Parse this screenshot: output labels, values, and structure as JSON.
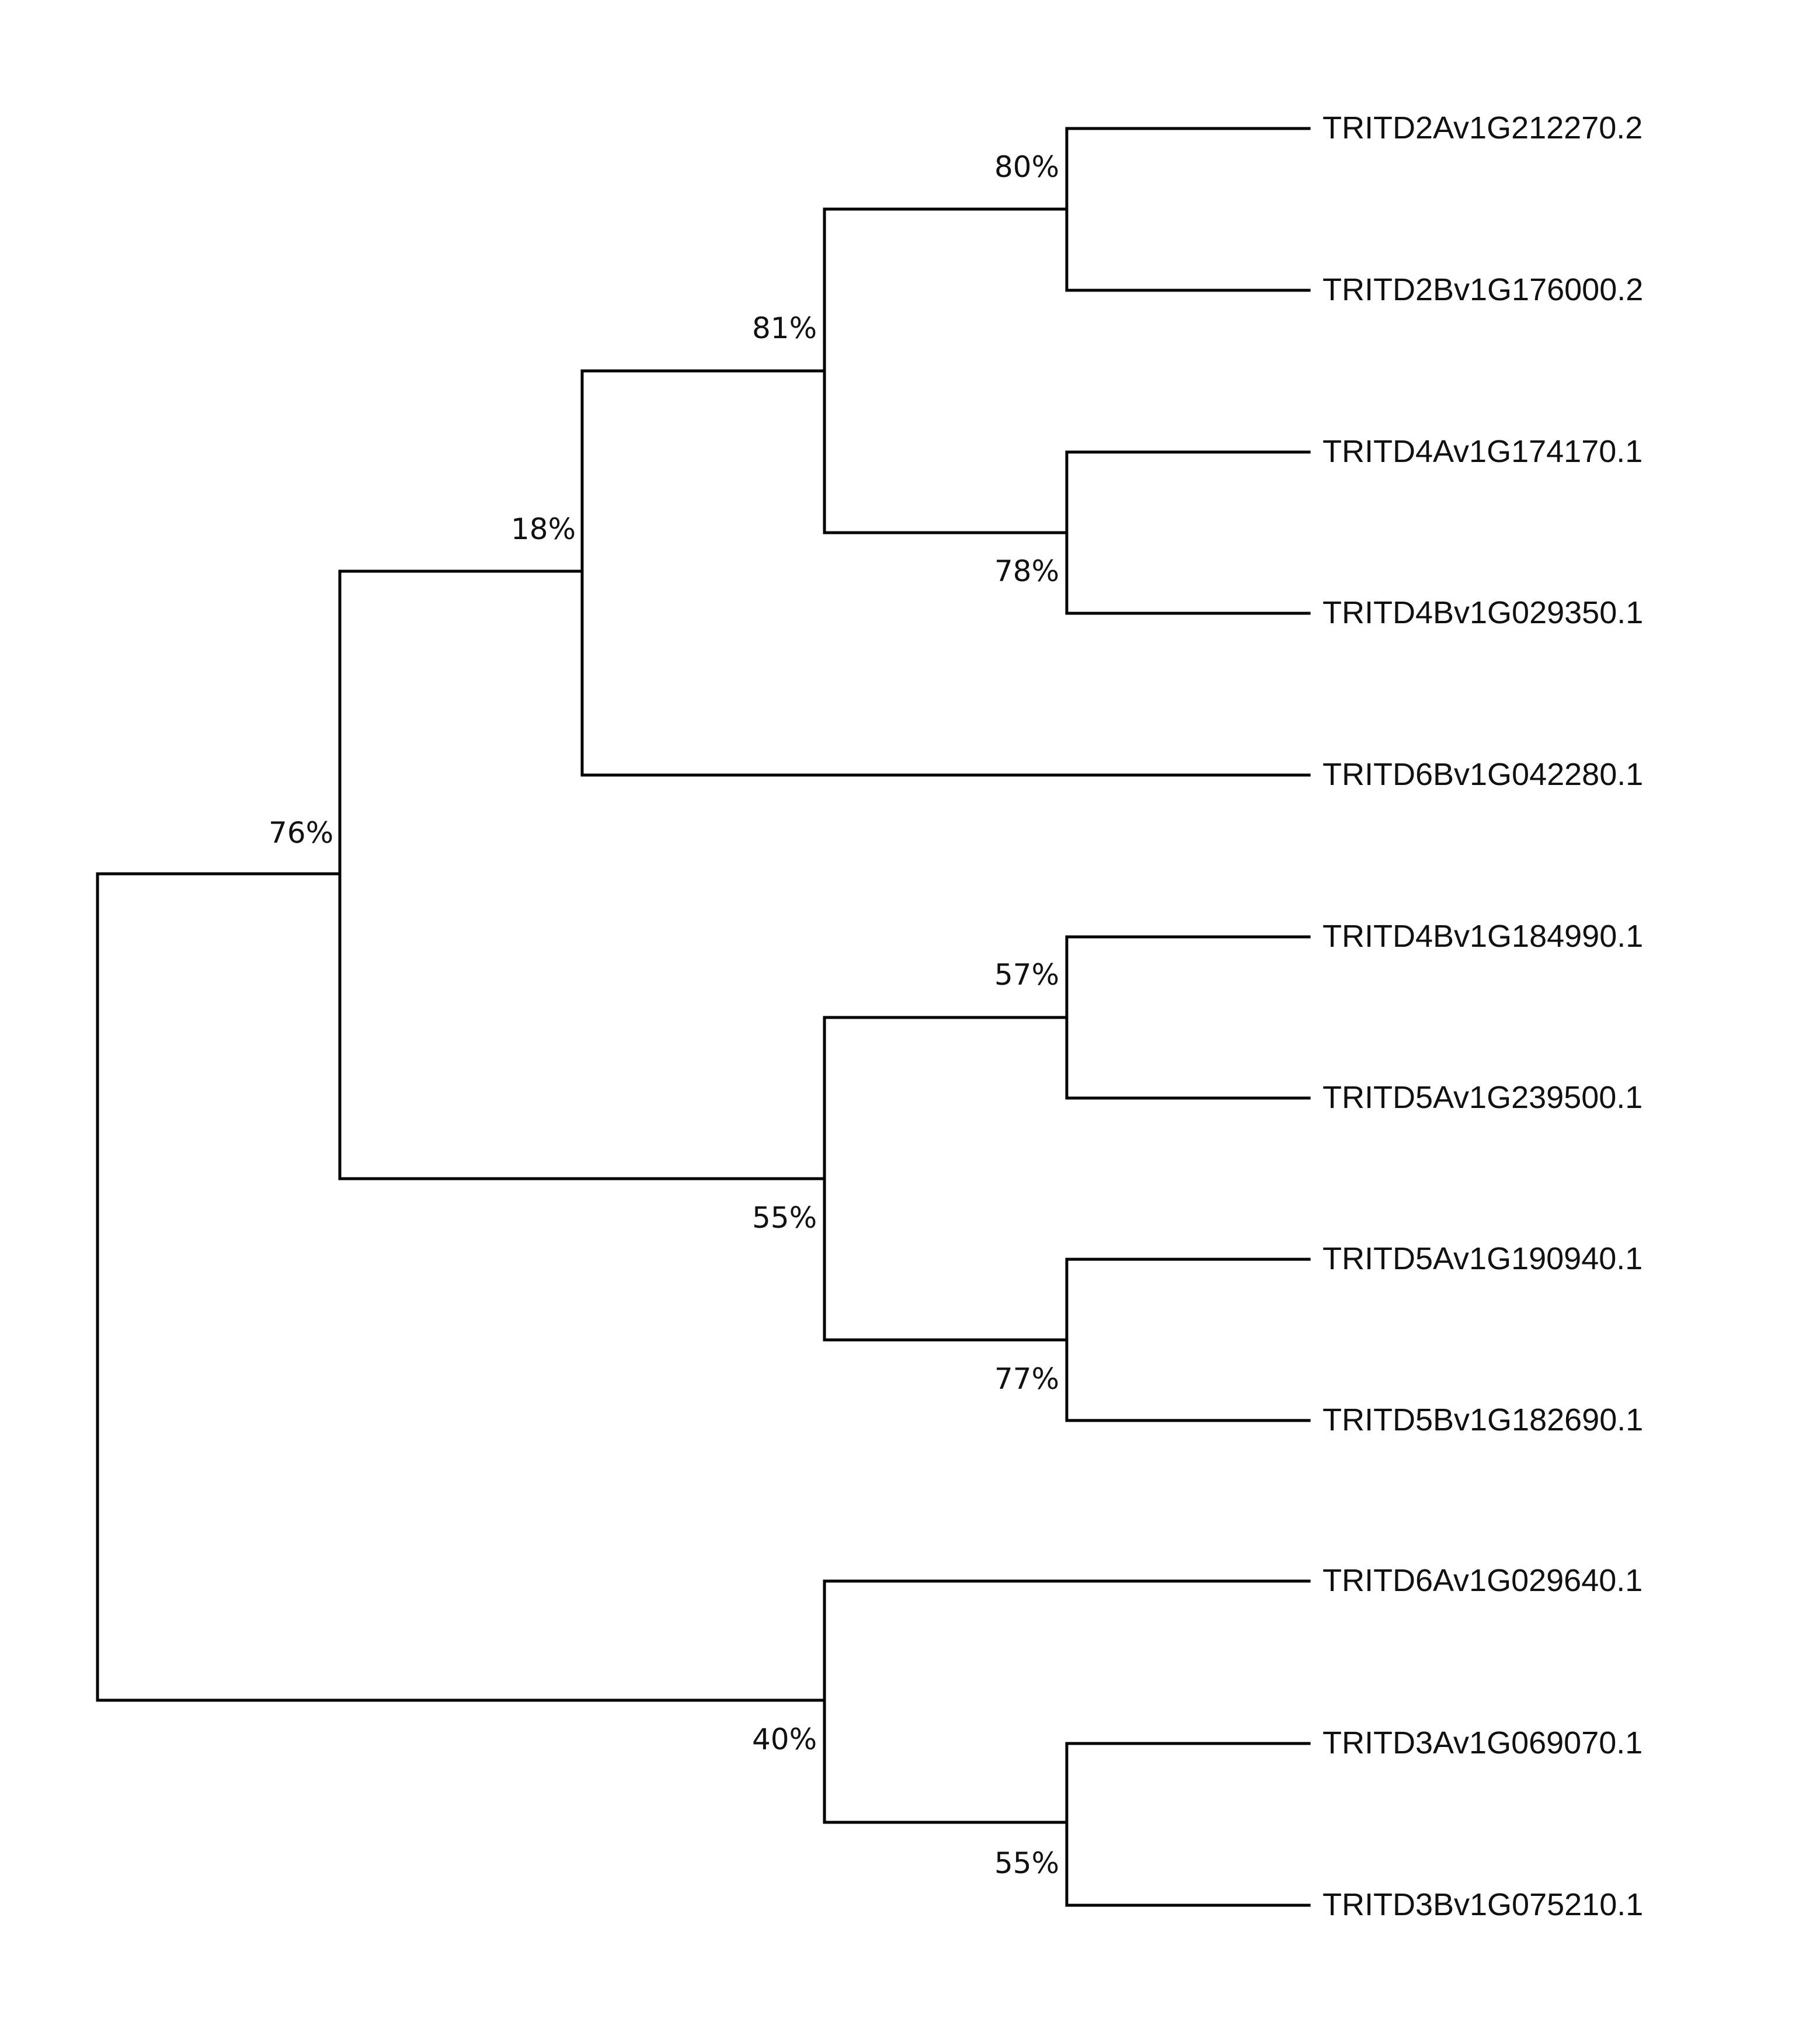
{
  "tree": {
    "leaves": [
      "TRITD2Av1G212270.2",
      "TRITD2Bv1G176000.2",
      "TRITD4Av1G174170.1",
      "TRITD4Bv1G029350.1",
      "TRITD6Bv1G042280.1",
      "TRITD4Bv1G184990.1",
      "TRITD5Av1G239500.1",
      "TRITD5Av1G190940.1",
      "TRITD5Bv1G182690.1",
      "TRITD6Av1G029640.1",
      "TRITD3Av1G069070.1",
      "TRITD3Bv1G075210.1"
    ],
    "support": {
      "clade_2A_2B": "80%",
      "clade_4A_4B": "78%",
      "clade_2AB_4AB": "81%",
      "clade_with_6B": "18%",
      "clade_4B184990_5A239500": "57%",
      "clade_5A190940_5B182690": "77%",
      "clade_4_5": "55%",
      "clade_upper": "76%",
      "clade_3A_3B": "55%",
      "clade_6A_3": "40%"
    },
    "line_color": "#000000"
  }
}
